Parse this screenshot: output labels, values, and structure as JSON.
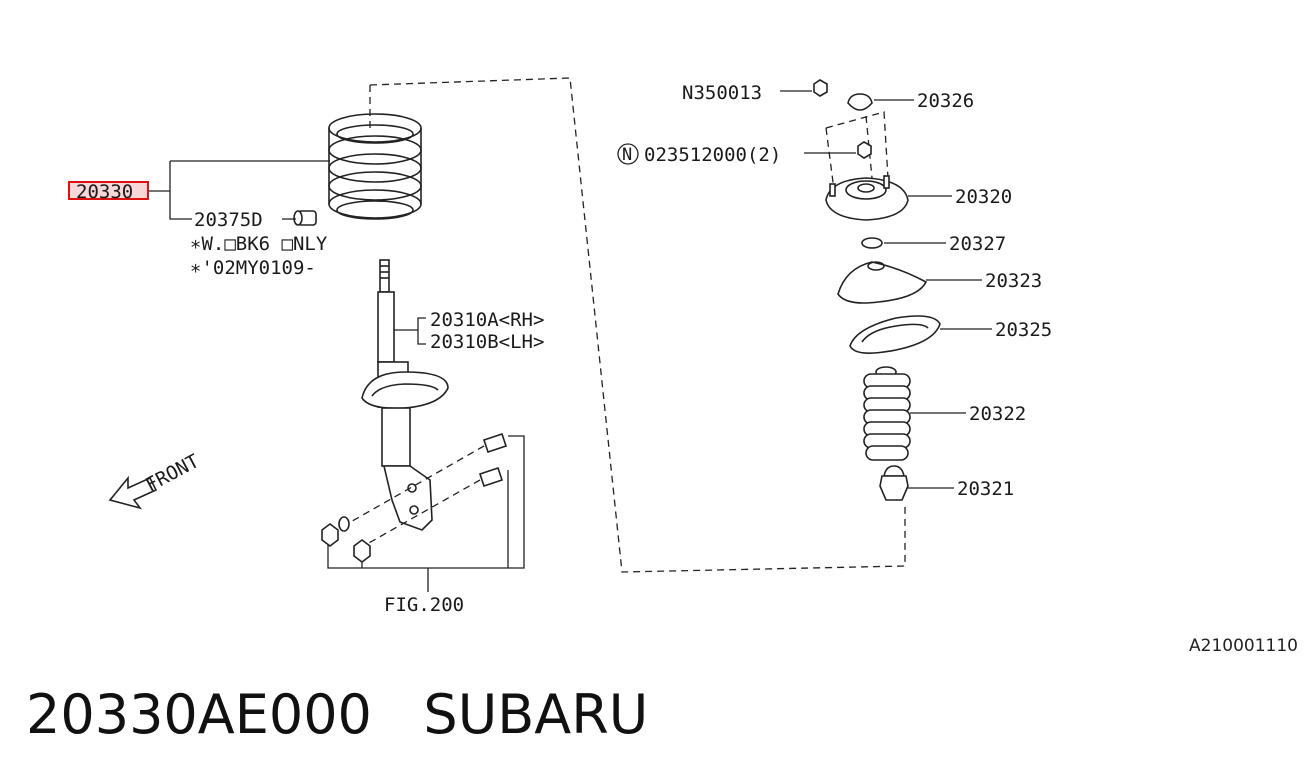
{
  "labels": {
    "p20330": "20330",
    "p20375d": "20375D",
    "note1": "∗W.□BK6 □NLY",
    "note2": "∗'02MY0109-",
    "p20310a": "20310A<RH>",
    "p20310b": "20310B<LH>",
    "front": "FRONT",
    "fig": "FIG.200",
    "n350013": "N350013",
    "n023512000_symbol": "N",
    "n023512000": "023512000(2)",
    "p20326": "20326",
    "p20320": "20320",
    "p20327": "20327",
    "p20323": "20323",
    "p20325": "20325",
    "p20322": "20322",
    "p20321": "20321"
  },
  "reference_code": "A210001110",
  "footer": {
    "part_number": "20330AE000",
    "brand": "SUBARU"
  },
  "highlight_color": "#e01010"
}
